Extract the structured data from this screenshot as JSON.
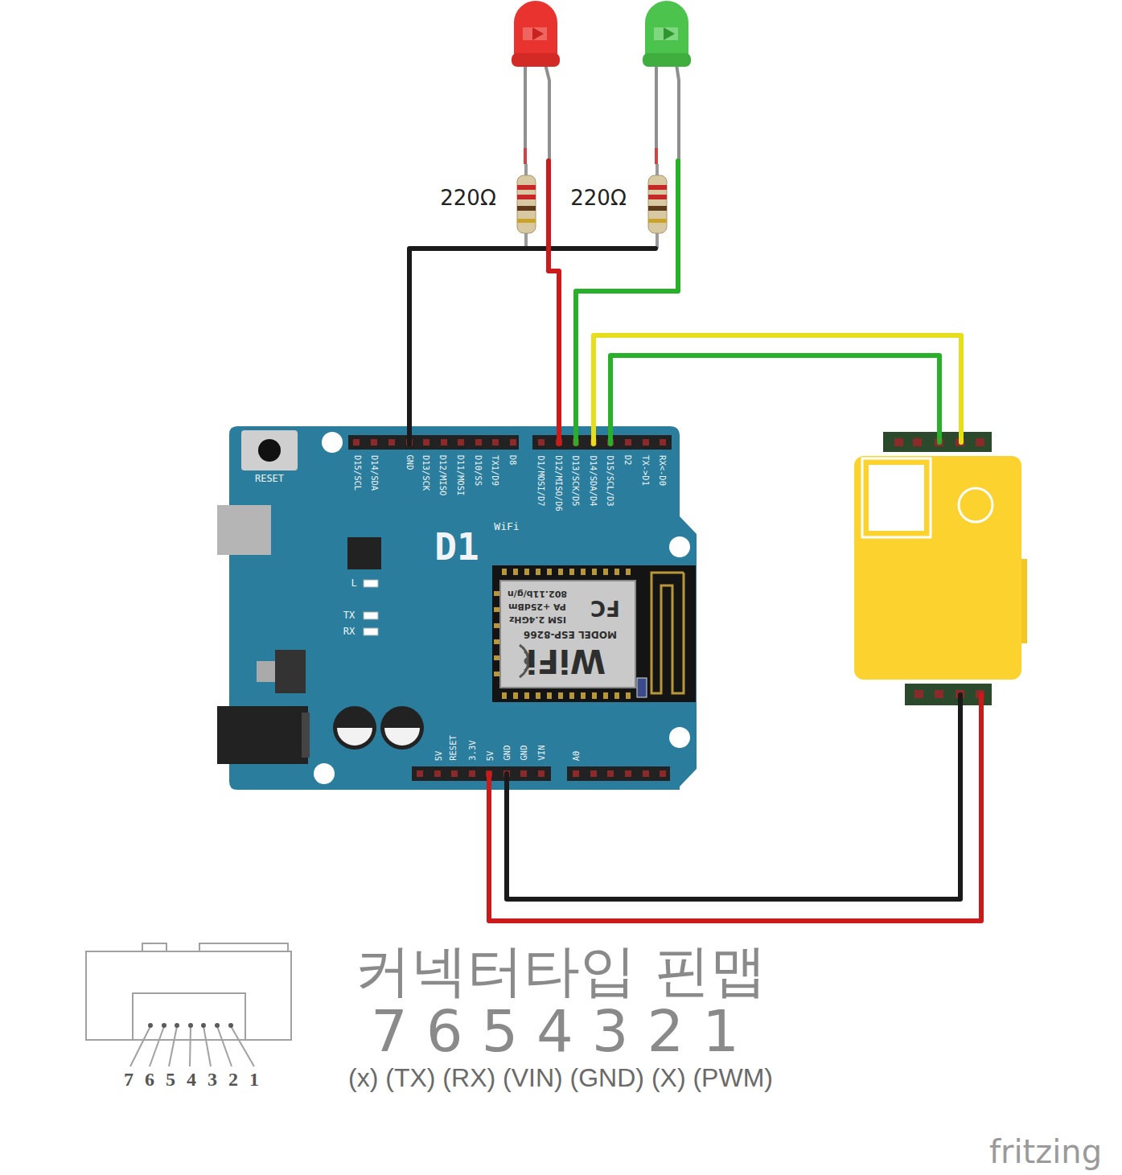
{
  "diagram": {
    "nodes": [
      {
        "text": [
          "RESET",
          "D15/SCL",
          "D14/SDA",
          "GND",
          "D13/SCK",
          "D12/MISO",
          "D11/MOSI",
          "D10/SS",
          "TX1/D9",
          "D8",
          "D1/MOSI/D7",
          "D12/MISO/D6",
          "D13/SCK/D5",
          "D14/SDA/D4",
          "D15/SCL/D3",
          "D2",
          "TX->D1",
          "RX<-D0",
          "D1",
          "WiFi",
          "L",
          "TX",
          "RX",
          "5V",
          "RESET",
          "3.3V",
          "5V",
          "GND",
          "GND",
          "VIN",
          "A0"
        ]
      },
      {
        "text": [
          "WiFi",
          "MODEL ESP-8266",
          "ISM 2.4GHz",
          "PA +25dBm",
          "802.11b/g/n",
          "FC"
        ],
        "in": 0
      }
    ],
    "labels": [
      "220Ω",
      "220Ω",
      "커넥터타입 핀맵",
      "7 6 5 4 3 2 1",
      "(x) (TX) (RX) (VIN) (GND) (X) (PWM)",
      "7 6 5 4 3 2 1",
      "fritzing"
    ]
  }
}
